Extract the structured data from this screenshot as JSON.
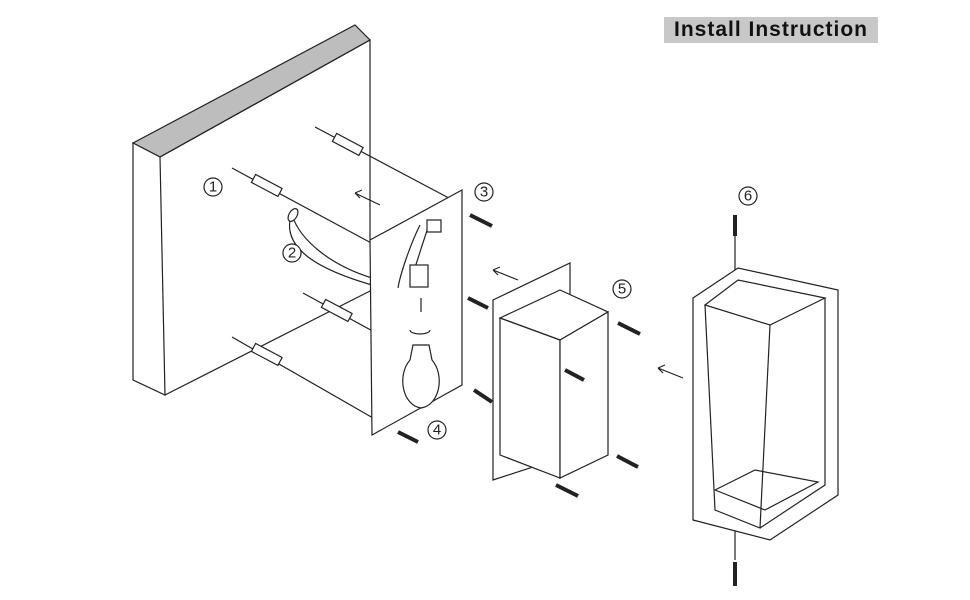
{
  "title": "Install Instruction",
  "steps": [
    "1",
    "2",
    "3",
    "4",
    "5",
    "6"
  ]
}
